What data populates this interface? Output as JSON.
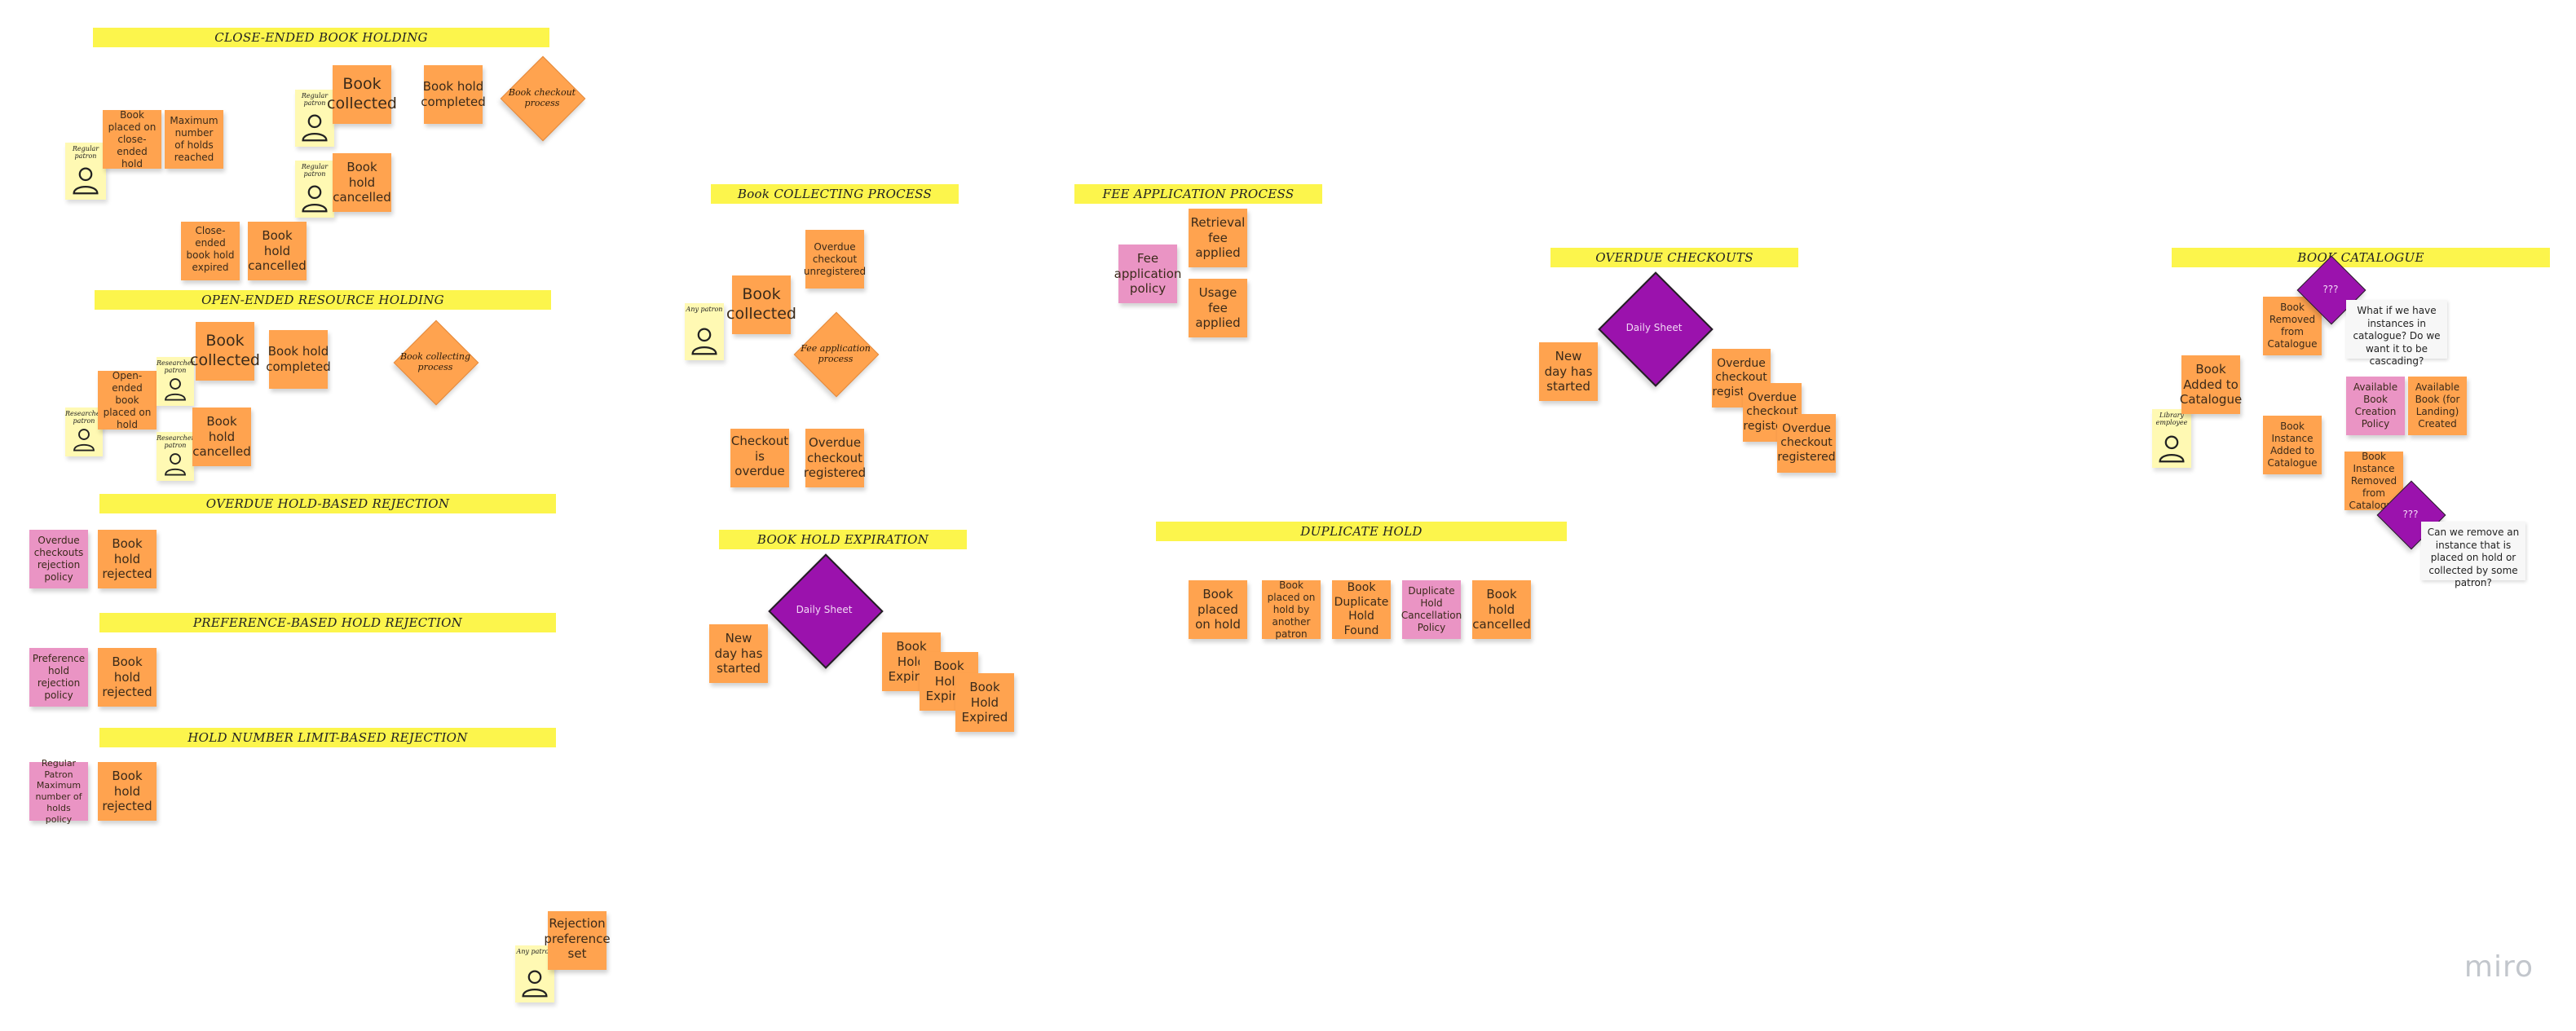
{
  "banners": {
    "close_ended": "CLOSE-ENDED BOOK HOLDING",
    "open_ended": "OPEN-ENDED RESOURCE HOLDING",
    "overdue_rejection": "OVERDUE HOLD-BASED  REJECTION",
    "preference_rejection": "PREFERENCE-BASED HOLD REJECTION",
    "limit_rejection": "HOLD NUMBER LIMIT-BASED  REJECTION",
    "collecting": "Book COLLECTING PROCESS",
    "fee": "FEE APPLICATION PROCESS",
    "expiration": "BOOK HOLD EXPIRATION",
    "duplicate": "DUPLICATE HOLD",
    "overdue_checkouts": "OVERDUE CHECKOUTS",
    "catalogue": "BOOK CATALOGUE"
  },
  "actors": {
    "regular_patron": "Regular patron",
    "researcher_patron": "Researcher patron",
    "any_patron": "Any patron",
    "library_employee": "Library employee"
  },
  "close_ended": {
    "placed": "Book placed on close-ended hold",
    "max_reached": "Maximum number of holds reached",
    "collected": "Book collected",
    "completed": "Book hold completed",
    "checkout_process": "Book checkout process",
    "cancelled": "Book hold cancelled",
    "expired": "Close-ended book hold expired",
    "cancelled2": "Book hold cancelled"
  },
  "open_ended": {
    "placed": "Open-ended book placed on hold",
    "collected": "Book collected",
    "completed": "Book hold completed",
    "cancelled": "Book hold cancelled",
    "collecting_process": "Book collecting process"
  },
  "rejections": {
    "overdue_policy": "Overdue checkouts rejection policy",
    "overdue_rejected": "Book hold rejected",
    "preference_policy": "Preference hold rejection policy",
    "preference_rejected": "Book hold rejected",
    "limit_policy": "Regular Patron Maximum number of holds policy",
    "limit_rejected": "Book hold rejected",
    "preference_set": "Rejection preference set"
  },
  "collecting": {
    "collected": "Book collected",
    "unregistered": "Overdue checkout unregistered",
    "fee_process": "Fee application process",
    "is_overdue": "Checkout is overdue",
    "registered": "Overdue checkout registered"
  },
  "fee": {
    "policy": "Fee application policy",
    "retrieval": "Retrieval fee applied",
    "usage": "Usage fee applied"
  },
  "expiration": {
    "sheet": "Daily Sheet",
    "new_day": "New day has started",
    "expired1": "Book Hold Expired",
    "expired2": "Book Hold Expired",
    "expired3": "Book Hold Expired"
  },
  "duplicate": {
    "placed": "Book placed on hold",
    "by_another": "Book placed on hold by another patron",
    "found": "Book Duplicate Hold Found",
    "policy": "Duplicate Hold Cancellation Policy",
    "cancelled": "Book hold cancelled"
  },
  "overdue": {
    "sheet": "Daily Sheet",
    "new_day": "New day has started",
    "reg1": "Overdue checkout registered",
    "reg2": "Overdue checkout registered",
    "reg3": "Overdue checkout registered"
  },
  "catalogue": {
    "question1": "???",
    "removed": "Book Removed from Catalogue",
    "comment1": "What if we have instances in catalogue? Do we want it to be cascading?",
    "added": "Book Added to Catalogue",
    "creation_policy": "Available Book Creation Policy",
    "available_created": "Available Book (for Landing) Created",
    "instance_added": "Book Instance Added to Catalogue",
    "instance_removed": "Book Instance Removed from Catalogue",
    "question2": "???",
    "comment2": "Can we remove an instance that is placed on hold or collected by some patron?"
  },
  "logo": "miro",
  "colors": {
    "event": "#ffa34f",
    "policy": "#ea94c4",
    "actor": "#fff9b3",
    "banner": "#fcf54c",
    "external": "#9b12ad"
  }
}
